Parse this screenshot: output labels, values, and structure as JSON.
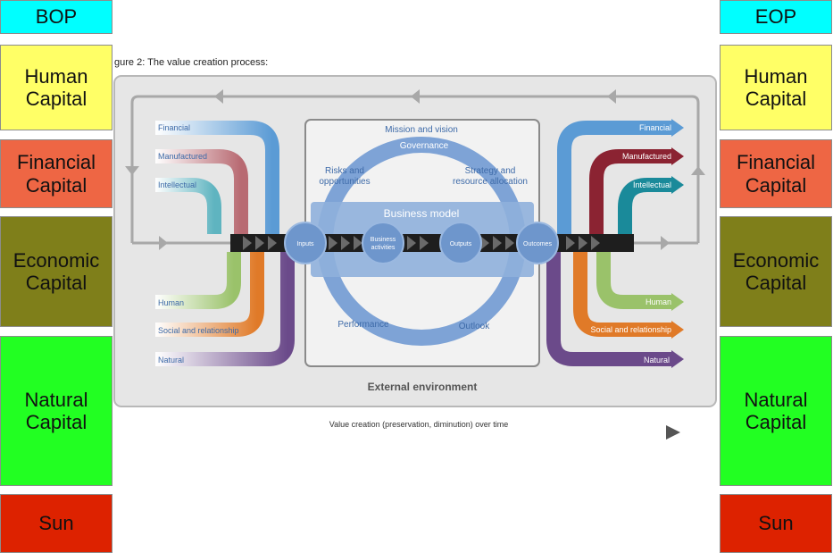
{
  "left_column": [
    {
      "label": "BOP",
      "color": "#00ffff"
    },
    {
      "label": "Human\nCapital",
      "color": "#ffff66"
    },
    {
      "label": "Financial\nCapital",
      "color": "#ee6644"
    },
    {
      "label": "Economic\nCapital",
      "color": "#7f7f1a"
    },
    {
      "label": "Natural\nCapital",
      "color": "#22ff22"
    },
    {
      "label": "Sun",
      "color": "#dd2200"
    }
  ],
  "right_column": [
    {
      "label": "EOP",
      "color": "#00ffff"
    },
    {
      "label": "Human\nCapital",
      "color": "#ffff66"
    },
    {
      "label": "Financial\nCapital",
      "color": "#ee6644"
    },
    {
      "label": "Economic\nCapital",
      "color": "#7f7f1a"
    },
    {
      "label": "Natural\nCapital",
      "color": "#22ff22"
    },
    {
      "label": "Sun",
      "color": "#dd2200"
    }
  ],
  "figure": {
    "caption": "gure 2: The value creation process:",
    "inputs_top": [
      "Financial",
      "Manufactured",
      "Intellectual"
    ],
    "inputs_bottom": [
      "Human",
      "Social and relationship",
      "Natural"
    ],
    "outputs_top": [
      "Financial",
      "Manufactured",
      "Intellectual"
    ],
    "outputs_bottom": [
      "Human",
      "Social and relationship",
      "Natural"
    ],
    "mission": "Mission and vision",
    "governance": "Governance",
    "risks": "Risks and\nopportunities",
    "strategy": "Strategy and\nresource allocation",
    "business_model": "Business model",
    "node_inputs": "Inputs",
    "node_activities": "Business\nactivities",
    "node_outputs": "Outputs",
    "node_outcomes": "Outcomes",
    "performance": "Performance",
    "outlook": "Outlook",
    "external": "External environment",
    "timeline": "Value creation (preservation, diminution) over time",
    "colors": {
      "financial": "#5b9bd5",
      "manufactured": "#8b2332",
      "intellectual": "#1a8a9a",
      "human": "#9ac26a",
      "social": "#e07a28",
      "natural": "#6b4a8a",
      "ring": "#7ea3d6",
      "text_blue": "#3d6aa8"
    }
  }
}
